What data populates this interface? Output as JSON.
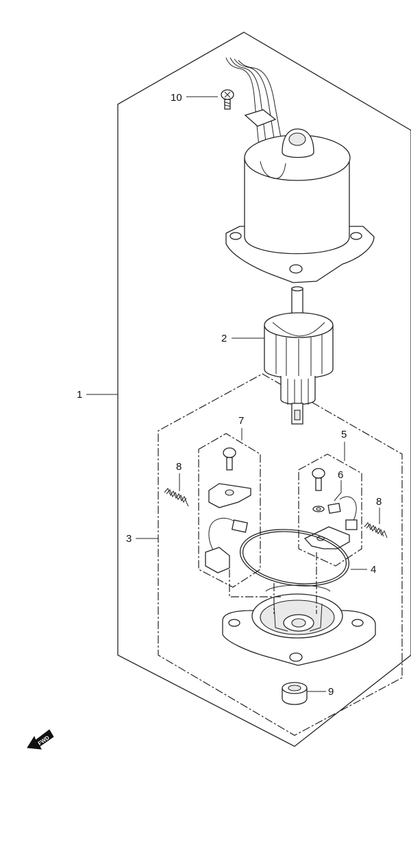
{
  "callouts": {
    "c1": "1",
    "c2": "2",
    "c3": "3",
    "c4": "4",
    "c5": "5",
    "c6": "6",
    "c7": "7",
    "c8a": "8",
    "c8b": "8",
    "c9": "9",
    "c10": "10"
  },
  "fwd_label": "FWD"
}
